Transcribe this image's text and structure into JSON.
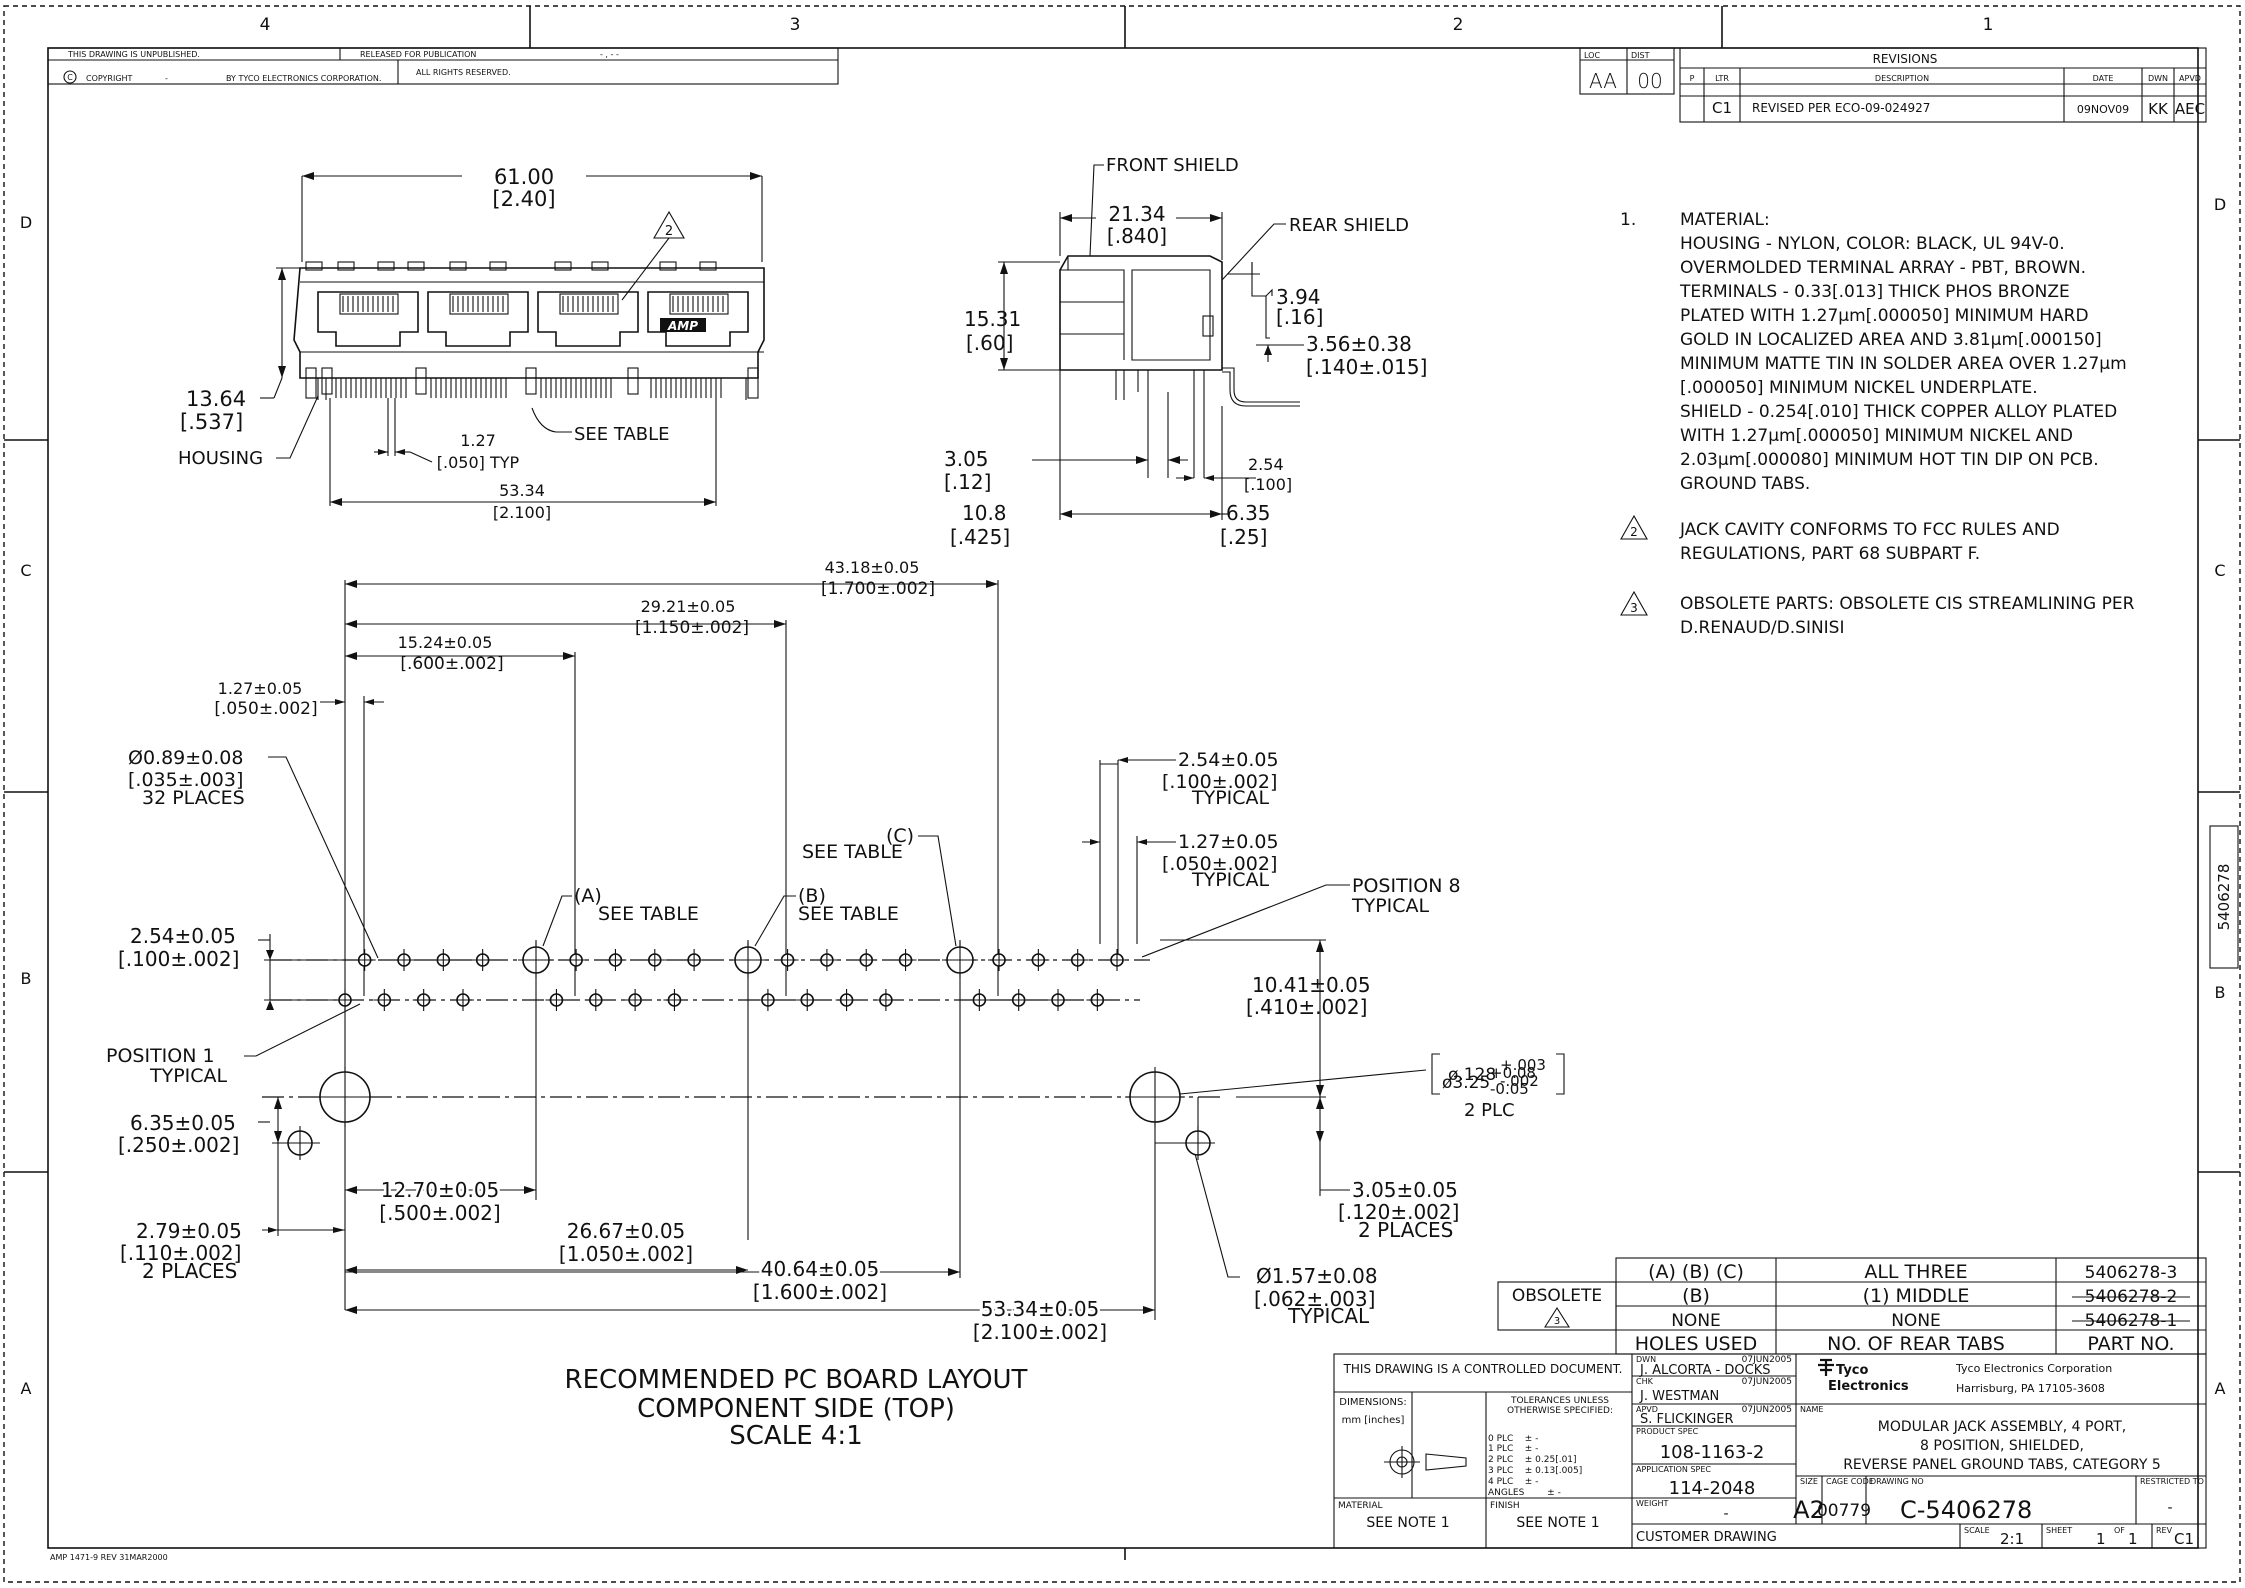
{
  "frame": {
    "top_zones": [
      "4",
      "3",
      "2",
      "1"
    ],
    "side_zones": [
      "D",
      "C",
      "B",
      "A"
    ],
    "side_part_number": "5406278"
  },
  "header": {
    "unpublished": "THIS DRAWING IS UNPUBLISHED.",
    "released": "RELEASED FOR PUBLICATION",
    "released_value": "- , -   -",
    "copyright": "COPYRIGHT",
    "copyright_dash": "-",
    "copyright_by": "BY TYCO ELECTRONICS CORPORATION.",
    "rights": "ALL RIGHTS RESERVED."
  },
  "loc_dist": {
    "loc_label": "LOC",
    "loc_value": "AA",
    "dist_label": "DIST",
    "dist_value": "00"
  },
  "revisions": {
    "title": "REVISIONS",
    "headers": [
      "P",
      "LTR",
      "DESCRIPTION",
      "DATE",
      "DWN",
      "APVD"
    ],
    "rows": [
      {
        "p": "",
        "ltr": "C1",
        "description": "REVISED PER ECO-09-024927",
        "date": "09NOV09",
        "dwn": "KK",
        "apvd": "AEC"
      }
    ]
  },
  "notes": {
    "n1_num": "1.",
    "n1_lines": [
      "MATERIAL:",
      "HOUSING - NYLON, COLOR: BLACK, UL 94V-0.",
      "OVERMOLDED TERMINAL ARRAY - PBT, BROWN.",
      "TERMINALS - 0.33[.013] THICK PHOS BRONZE",
      "PLATED WITH 1.27μm[.000050] MINIMUM HARD",
      "GOLD IN LOCALIZED AREA AND 3.81μm[.000150]",
      "MINIMUM MATTE TIN IN SOLDER AREA OVER 1.27μm",
      "[.000050] MINIMUM NICKEL UNDERPLATE.",
      "SHIELD - 0.254[.010] THICK COPPER ALLOY PLATED",
      "WITH 1.27μm[.000050] MINIMUM NICKEL AND",
      "2.03μm[.000080] MINIMUM HOT TIN DIP ON PCB.",
      "GROUND TABS."
    ],
    "n2_num": "2",
    "n2_lines": [
      "JACK CAVITY CONFORMS TO FCC RULES AND",
      "REGULATIONS, PART 68 SUBPART F."
    ],
    "n3_num": "3",
    "n3_lines": [
      "OBSOLETE PARTS: OBSOLETE CIS STREAMLINING PER",
      "D.RENAUD/D.SINISI"
    ]
  },
  "front_view": {
    "width_mm": "61.00",
    "width_in": "[2.40]",
    "height_mm": "13.64",
    "height_in": "[.537]",
    "pitch_mm": "1.27",
    "pitch_in": "[.050] TYP",
    "span_mm": "53.34",
    "span_in": "[2.100]",
    "housing_label": "HOUSING",
    "see_table": "SEE TABLE",
    "note_flag": "2",
    "logo_text": "AMP"
  },
  "side_view": {
    "front_shield": "FRONT SHIELD",
    "rear_shield": "REAR SHIELD",
    "d1_mm": "21.34",
    "d1_in": "[.840]",
    "d2_mm": "15.31",
    "d2_in": "[.60]",
    "d3_mm": "3.94",
    "d3_in": "[.16]",
    "d4_mm": "3.56±0.38",
    "d4_in": "[.140±.015]",
    "d5_mm": "3.05",
    "d5_in": "[.12]",
    "d6_mm": "2.54",
    "d6_in": "[.100]",
    "d7_mm": "10.8",
    "d7_in": "[.425]",
    "d8_mm": "6.35",
    "d8_in": "[.25]"
  },
  "layout": {
    "dim_4318": [
      "43.18±0.05",
      "[1.700±.002]"
    ],
    "dim_2921": [
      "29.21±0.05",
      "[1.150±.002]"
    ],
    "dim_1524": [
      "15.24±0.05",
      "[.600±.002]"
    ],
    "dim_127a": [
      "1.27±0.05",
      "[.050±.002]"
    ],
    "hole_spec": [
      "Ø0.89±0.08",
      "[.035±.003]",
      "32 PLACES"
    ],
    "dim_254a": [
      "2.54±0.05",
      "[.100±.002]",
      "TYPICAL"
    ],
    "dim_127b": [
      "1.27±0.05",
      "[.050±.002]",
      "TYPICAL"
    ],
    "see_c": [
      "(C)",
      "SEE TABLE"
    ],
    "see_a": [
      "(A)",
      "SEE TABLE"
    ],
    "see_b": [
      "(B)",
      "SEE TABLE"
    ],
    "pos8": [
      "POSITION 8",
      "TYPICAL"
    ],
    "dim_254b": [
      "2.54±0.05",
      "[.100±.002]"
    ],
    "pos1": [
      "POSITION 1",
      "TYPICAL"
    ],
    "dim_1041": [
      "10.41±0.05",
      "[.410±.002]"
    ],
    "dim_325": {
      "base": "ø3.25",
      "tol_up": "+0.08",
      "tol_dn": "-0.05",
      "in_base": "ø.128",
      "in_up": "+.003",
      "in_dn": "-.002",
      "count": "2 PLC"
    },
    "dim_635": [
      "6.35±0.05",
      "[.250±.002]"
    ],
    "dim_1270": [
      "12.70±0.05",
      "[.500±.002]"
    ],
    "dim_305": [
      "3.05±0.05",
      "[.120±.002]",
      "2 PLACES"
    ],
    "dim_279": [
      "2.79±0.05",
      "[.110±.002]",
      "2 PLACES"
    ],
    "dim_2667": [
      "26.67±0.05",
      "[1.050±.002]"
    ],
    "dim_4064": [
      "40.64±0.05",
      "[1.600±.002]"
    ],
    "dim_157": [
      "Ø1.57±0.08",
      "[.062±.003]",
      "TYPICAL"
    ],
    "dim_5334": [
      "53.34±0.05",
      "[2.100±.002]"
    ],
    "caption": [
      "RECOMMENDED PC BOARD LAYOUT",
      "COMPONENT SIDE (TOP)",
      "SCALE 4:1"
    ]
  },
  "tab_table": {
    "obsolete_label": "OBSOLETE",
    "obsolete_flag": "3",
    "rows": [
      {
        "holes": "(A)  (B)  (C)",
        "tabs": "ALL THREE",
        "part": "5406278-3",
        "struck": false
      },
      {
        "holes": "(B)",
        "tabs": "(1) MIDDLE",
        "part": "5406278-2",
        "struck": true
      },
      {
        "holes": "NONE",
        "tabs": "NONE",
        "part": "5406278-1",
        "struck": true
      }
    ],
    "headers": [
      "HOLES USED",
      "NO. OF REAR TABS",
      "PART NO."
    ]
  },
  "title_block": {
    "controlled": "THIS DRAWING IS A CONTROLLED DOCUMENT.",
    "dwn_label": "DWN",
    "dwn_name": "J. ALCORTA - DOCKS",
    "dwn_date": "07JUN2005",
    "chk_label": "CHK",
    "chk_name": "J. WESTMAN",
    "chk_date": "07JUN2005",
    "apvd_label": "APVD",
    "apvd_name": "S. FLICKINGER",
    "apvd_date": "07JUN2005",
    "prod_spec_label": "PRODUCT SPEC",
    "prod_spec": "108-1163-2",
    "app_spec_label": "APPLICATION SPEC",
    "app_spec": "114-2048",
    "weight_label": "WEIGHT",
    "weight": "-",
    "customer": "CUSTOMER DRAWING",
    "dimensions_label": "DIMENSIONS:",
    "dimensions_unit": "mm [inches]",
    "tol_label": [
      "TOLERANCES UNLESS",
      "OTHERWISE SPECIFIED:"
    ],
    "tol_rows": [
      "0 PLC    ± -",
      "1 PLC    ± -",
      "2 PLC    ± 0.25[.01]",
      "3 PLC    ± 0.13[.005]",
      "4 PLC    ± -",
      "ANGLES        ± -"
    ],
    "material_label": "MATERIAL",
    "material": "SEE NOTE 1",
    "finish_label": "FINISH",
    "finish": "SEE NOTE 1",
    "company_logo": [
      "Tyco",
      "Electronics"
    ],
    "company_name": "Tyco Electronics Corporation",
    "company_addr": "Harrisburg, PA 17105-3608",
    "name_label": "NAME",
    "title_lines": [
      "MODULAR JACK ASSEMBLY, 4 PORT,",
      "8 POSITION, SHIELDED,",
      "REVERSE PANEL GROUND TABS, CATEGORY 5"
    ],
    "size_label": "SIZE",
    "size": "A2",
    "cage_label": "CAGE CODE",
    "cage": "00779",
    "dwgno_label": "DRAWING NO",
    "dwgno": "C-5406278",
    "restricted_label": "RESTRICTED TO",
    "restricted": "-",
    "scale_label": "SCALE",
    "scale": "2:1",
    "sheet_label": "SHEET",
    "sheet": "1",
    "of_label": "OF",
    "sheet_total": "1",
    "rev_label": "REV",
    "rev": "C1"
  },
  "footer": {
    "form": "AMP 1471-9 REV 31MAR2000"
  }
}
